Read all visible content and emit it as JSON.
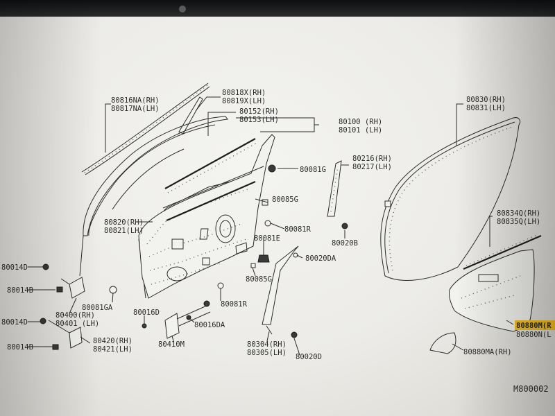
{
  "labels": {
    "p80816": "80816NA(RH)",
    "p80817": "80817NA(LH)",
    "p80818": "80818X(RH)",
    "p80819": "80819X(LH)",
    "p80152": "80152(RH)",
    "p80153": "80153(LH)",
    "p80100": "80100 (RH)",
    "p80101": "80101 (LH)",
    "p80830": "80830(RH)",
    "p80831": "80831(LH)",
    "p80081g": "80081G",
    "p80216": "80216(RH)",
    "p80217": "80217(LH)",
    "p80085g": "80085G",
    "p80820": "80820(RH)",
    "p80821": "80821(LH)",
    "p80081r": "80081R",
    "p80834": "80834Q(RH)",
    "p80835": "80835Q(LH)",
    "p80081e": "80081E",
    "p80020b": "80020B",
    "p80014d_a": "80014D",
    "p80014b_a": "80014B",
    "p80020da": "80020DA",
    "p80085g_b": "80085G",
    "p80081ga": "80081GA",
    "p80400": "80400(RH)",
    "p80401": "80401 (LH)",
    "p80081r_b": "80081R",
    "p80016d": "80016D",
    "p80014d_b": "80014D",
    "p80016da": "80016DA",
    "p80880": "80880M(R",
    "p80881": "80880N(L",
    "p80014b_b": "80014B",
    "p80420": "80420(RH)",
    "p80421": "80421(LH)",
    "p80410": "80410M",
    "p80304": "80304(RH)",
    "p80305": "80305(LH)",
    "p80020d": "80020D",
    "p80880ma": "80880MA(RH)",
    "drawing_code": "M800002"
  },
  "colors": {
    "highlight": "#f6c21f",
    "ink": "#2a2a2a",
    "paper": "#f4f4f1"
  }
}
